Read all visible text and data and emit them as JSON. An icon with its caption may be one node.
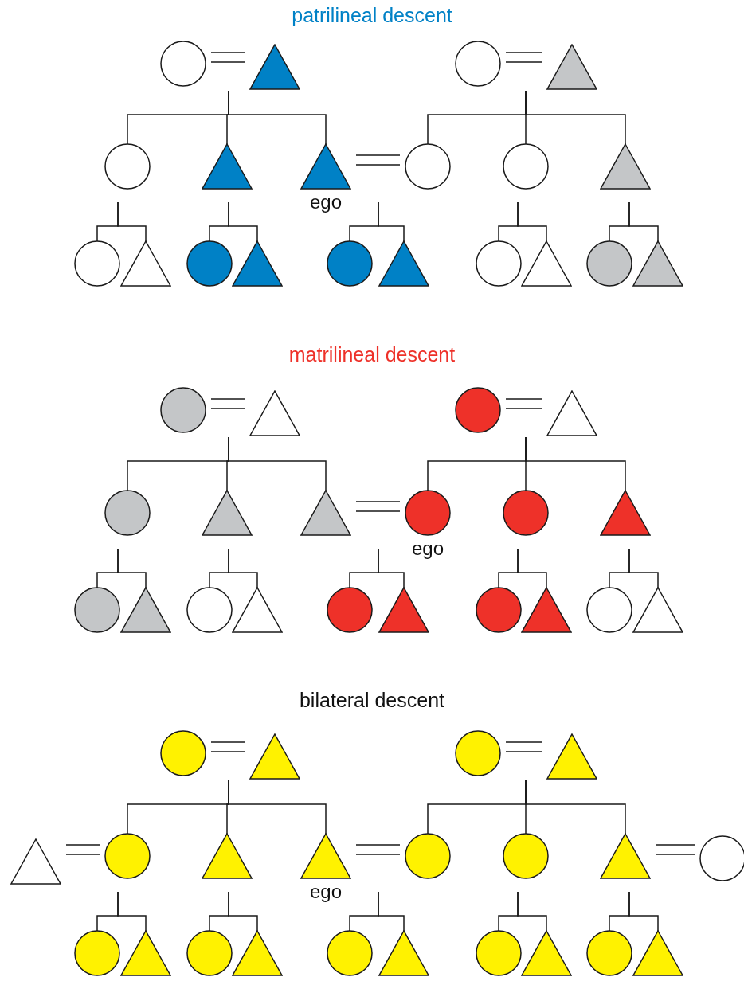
{
  "diagram": {
    "nodes": [
      {
        "text": [],
        "shape": "circle"
      },
      {
        "text": [],
        "shape": "triangle"
      },
      {
        "text": [],
        "shape": "circle"
      },
      {
        "text": [],
        "shape": "triangle"
      },
      {
        "text": [],
        "shape": "circle"
      },
      {
        "text": [],
        "shape": "triangle"
      },
      {
        "text": [],
        "shape": "triangle",
        "beside": [
          "ego"
        ]
      },
      {
        "text": [],
        "shape": "circle"
      },
      {
        "text": [],
        "shape": "circle"
      },
      {
        "text": [],
        "shape": "triangle"
      },
      {
        "text": [],
        "shape": "circle"
      },
      {
        "text": [],
        "shape": "triangle"
      },
      {
        "text": [],
        "shape": "circle"
      },
      {
        "text": [],
        "shape": "triangle"
      },
      {
        "text": [],
        "shape": "circle"
      },
      {
        "text": [],
        "shape": "triangle"
      },
      {
        "text": [],
        "shape": "circle"
      },
      {
        "text": [],
        "shape": "triangle"
      },
      {
        "text": [],
        "shape": "circle"
      },
      {
        "text": [],
        "shape": "triangle"
      },
      {
        "text": [],
        "shape": "circle"
      },
      {
        "text": [],
        "shape": "triangle"
      },
      {
        "text": [],
        "shape": "circle"
      },
      {
        "text": [],
        "shape": "triangle"
      },
      {
        "text": [],
        "shape": "circle"
      },
      {
        "text": [],
        "shape": "triangle"
      },
      {
        "text": [],
        "shape": "triangle"
      },
      {
        "text": [],
        "shape": "circle",
        "beside": [
          "ego"
        ]
      },
      {
        "text": [],
        "shape": "circle"
      },
      {
        "text": [],
        "shape": "triangle"
      },
      {
        "text": [],
        "shape": "circle"
      },
      {
        "text": [],
        "shape": "triangle"
      },
      {
        "text": [],
        "shape": "circle"
      },
      {
        "text": [],
        "shape": "triangle"
      },
      {
        "text": [],
        "shape": "circle"
      },
      {
        "text": [],
        "shape": "triangle"
      },
      {
        "text": [],
        "shape": "circle"
      },
      {
        "text": [],
        "shape": "triangle"
      },
      {
        "text": [],
        "shape": "circle"
      },
      {
        "text": [],
        "shape": "triangle"
      },
      {
        "text": [],
        "shape": "circle"
      },
      {
        "text": [],
        "shape": "triangle"
      },
      {
        "text": [],
        "shape": "circle"
      },
      {
        "text": [],
        "shape": "triangle"
      },
      {
        "text": [],
        "shape": "triangle"
      },
      {
        "text": [],
        "shape": "circle"
      },
      {
        "text": [],
        "shape": "triangle"
      },
      {
        "text": [],
        "shape": "triangle",
        "beside": [
          "ego"
        ]
      },
      {
        "text": [],
        "shape": "circle"
      },
      {
        "text": [],
        "shape": "circle"
      },
      {
        "text": [],
        "shape": "triangle"
      },
      {
        "text": [],
        "shape": "circle"
      },
      {
        "text": [],
        "shape": "circle"
      },
      {
        "text": [],
        "shape": "triangle"
      },
      {
        "text": [],
        "shape": "circle"
      },
      {
        "text": [],
        "shape": "triangle"
      },
      {
        "text": [],
        "shape": "circle"
      },
      {
        "text": [],
        "shape": "triangle"
      },
      {
        "text": [],
        "shape": "circle"
      },
      {
        "text": [],
        "shape": "triangle"
      },
      {
        "text": [],
        "shape": "circle"
      },
      {
        "text": [],
        "shape": "triangle"
      }
    ],
    "edges": [
      {
        "from": 0,
        "to": 1,
        "arrow": "none"
      },
      {
        "from": 2,
        "to": 3,
        "arrow": "none"
      },
      {
        "from": 6,
        "to": 7,
        "arrow": "none"
      },
      {
        "from": null,
        "to": 4,
        "arrow": "none"
      },
      {
        "from": null,
        "to": 5,
        "arrow": "none"
      },
      {
        "from": null,
        "to": 6,
        "arrow": "none"
      },
      {
        "from": null,
        "to": 7,
        "arrow": "none"
      },
      {
        "from": null,
        "to": 8,
        "arrow": "none"
      },
      {
        "from": null,
        "to": 9,
        "arrow": "none"
      },
      {
        "from": null,
        "to": 10,
        "arrow": "none"
      },
      {
        "from": null,
        "to": 11,
        "arrow": "none"
      },
      {
        "from": null,
        "to": 12,
        "arrow": "none"
      },
      {
        "from": null,
        "to": 13,
        "arrow": "none"
      },
      {
        "from": null,
        "to": 14,
        "arrow": "none"
      },
      {
        "from": null,
        "to": 15,
        "arrow": "none"
      },
      {
        "from": null,
        "to": 16,
        "arrow": "none"
      },
      {
        "from": null,
        "to": 17,
        "arrow": "none"
      },
      {
        "from": null,
        "to": 18,
        "arrow": "none"
      },
      {
        "from": null,
        "to": 19,
        "arrow": "none"
      },
      {
        "from": 20,
        "to": 21,
        "arrow": "none"
      },
      {
        "from": 22,
        "to": 23,
        "arrow": "none"
      },
      {
        "from": 26,
        "to": 27,
        "arrow": "none"
      },
      {
        "from": null,
        "to": 24,
        "arrow": "none"
      },
      {
        "from": null,
        "to": 25,
        "arrow": "none"
      },
      {
        "from": null,
        "to": 26,
        "arrow": "none"
      },
      {
        "from": null,
        "to": 27,
        "arrow": "none"
      },
      {
        "from": null,
        "to": 28,
        "arrow": "none"
      },
      {
        "from": null,
        "to": 29,
        "arrow": "none"
      },
      {
        "from": null,
        "to": 30,
        "arrow": "none"
      },
      {
        "from": null,
        "to": 31,
        "arrow": "none"
      },
      {
        "from": null,
        "to": 32,
        "arrow": "none"
      },
      {
        "from": null,
        "to": 33,
        "arrow": "none"
      },
      {
        "from": null,
        "to": 34,
        "arrow": "none"
      },
      {
        "from": null,
        "to": 35,
        "arrow": "none"
      },
      {
        "from": null,
        "to": 36,
        "arrow": "none"
      },
      {
        "from": null,
        "to": 37,
        "arrow": "none"
      },
      {
        "from": null,
        "to": 38,
        "arrow": "none"
      },
      {
        "from": null,
        "to": 39,
        "arrow": "none"
      },
      {
        "from": 40,
        "to": 41,
        "arrow": "none"
      },
      {
        "from": 42,
        "to": 43,
        "arrow": "none"
      },
      {
        "from": 44,
        "to": 45,
        "arrow": "none"
      },
      {
        "from": 47,
        "to": 48,
        "arrow": "none"
      },
      {
        "from": 50,
        "to": 51,
        "arrow": "none"
      },
      {
        "from": null,
        "to": 45,
        "arrow": "none"
      },
      {
        "from": null,
        "to": 46,
        "arrow": "none"
      },
      {
        "from": null,
        "to": 47,
        "arrow": "none"
      },
      {
        "from": null,
        "to": 48,
        "arrow": "none"
      },
      {
        "from": null,
        "to": 49,
        "arrow": "none"
      },
      {
        "from": null,
        "to": 50,
        "arrow": "none"
      },
      {
        "from": null,
        "to": 52,
        "arrow": "none"
      },
      {
        "from": null,
        "to": 53,
        "arrow": "none"
      },
      {
        "from": null,
        "to": 54,
        "arrow": "none"
      },
      {
        "from": null,
        "to": 55,
        "arrow": "none"
      },
      {
        "from": null,
        "to": 56,
        "arrow": "none"
      },
      {
        "from": null,
        "to": 57,
        "arrow": "none"
      },
      {
        "from": null,
        "to": 58,
        "arrow": "none"
      },
      {
        "from": null,
        "to": 59,
        "arrow": "none"
      },
      {
        "from": null,
        "to": 60,
        "arrow": "none"
      },
      {
        "from": null,
        "to": 61,
        "arrow": "none"
      }
    ],
    "labels": [
      "patrilineal descent",
      "matrilineal descent",
      "bilateral descent"
    ]
  }
}
